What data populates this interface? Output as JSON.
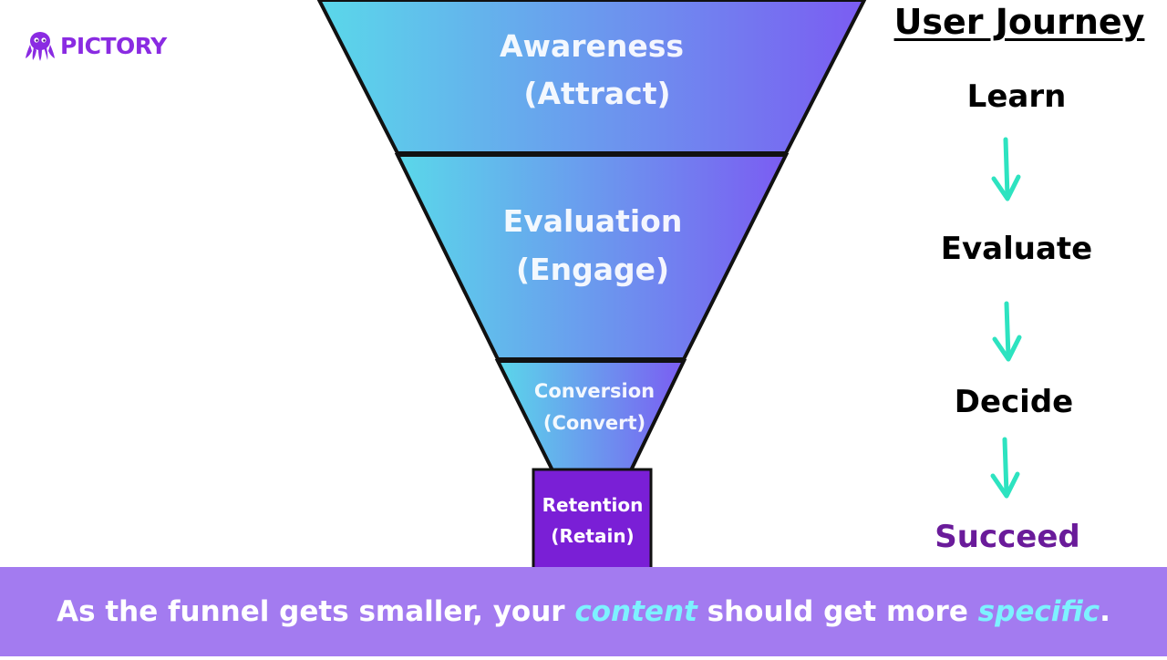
{
  "brand": {
    "name": "PICTORY",
    "accent": "#8a2be2"
  },
  "funnel": {
    "stages": [
      {
        "line1": "Awareness",
        "line2": "(Attract)"
      },
      {
        "line1": "Evaluation",
        "line2": "(Engage)"
      },
      {
        "line1": "Conversion",
        "line2": "(Convert)"
      }
    ],
    "base": {
      "line1": "Retention",
      "line2": "(Retain)"
    },
    "gradient": [
      "#5ad8ea",
      "#7b5cf2"
    ],
    "base_color": "#7a1fd6"
  },
  "journey": {
    "title": "User Journey",
    "steps": [
      "Learn",
      "Evaluate",
      "Decide",
      "Succeed"
    ],
    "final_color": "#6a1b9a",
    "arrow_color": "#2de3c0",
    "arrow_icon": "arrow-down-icon"
  },
  "banner": {
    "part1": "As the funnel gets smaller, your ",
    "emphasis1": "content",
    "part2": " should get more ",
    "emphasis2": "specific",
    "part3": ".",
    "background": "#a37bf0",
    "emphasis_color": "#7df2ff"
  }
}
